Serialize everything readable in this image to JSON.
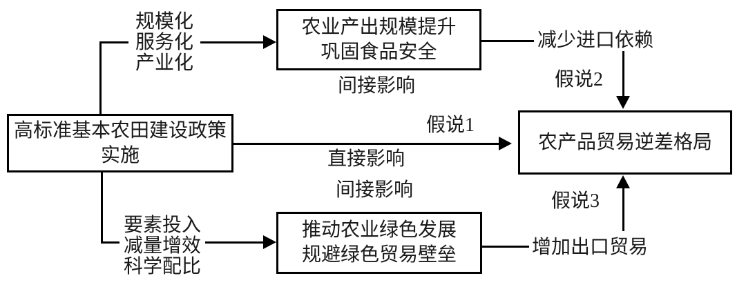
{
  "diagram": {
    "nodes": {
      "policy": {
        "line1": "高标准基本农田建设政策",
        "line2": "实施"
      },
      "output": {
        "line1": "农业产出规模提升",
        "line2": "巩固食品安全"
      },
      "green": {
        "line1": "推动农业绿色发展",
        "line2": "规避绿色贸易壁垒"
      },
      "trade": {
        "line1": "农产品贸易逆差格局"
      }
    },
    "edge_labels": {
      "top_mechanism": {
        "line1": "规模化",
        "line2": "服务化",
        "line3": "产业化"
      },
      "bottom_mechanism": {
        "line1": "要素投入",
        "line2": "减量增效",
        "line3": "科学配比"
      },
      "indirect_effect_top": "间接影响",
      "direct_effect": "直接影响",
      "indirect_effect_bottom": "间接影响",
      "hypothesis_1": "假说1",
      "hypothesis_2": "假说2",
      "hypothesis_3": "假说3",
      "reduce_import_dependence": "减少进口依赖",
      "increase_export_trade": "增加出口贸易"
    },
    "colors": {
      "line": "#000000",
      "text": "#1a1a1a",
      "background": "#ffffff"
    }
  }
}
